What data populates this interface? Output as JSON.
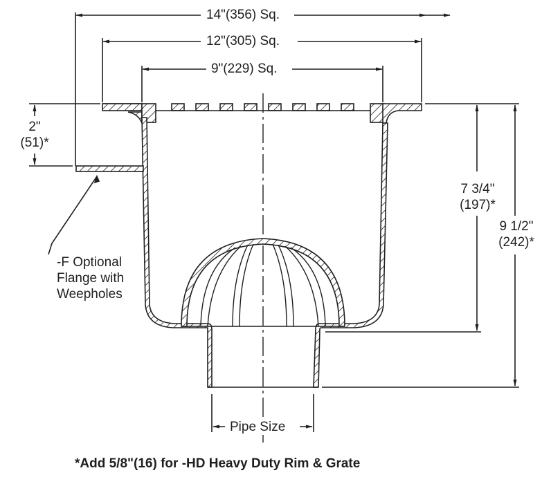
{
  "drawing": {
    "subject": "Floor/roof drain cross-section with dome strainer",
    "dimensions": {
      "overall_width": "14\"(356) Sq.",
      "body_width": "12\"(305) Sq.",
      "grate_width": "9\"(229) Sq.",
      "flange_offset_in": "2\"",
      "flange_offset_mm": "(51)*",
      "body_depth_in": "7 3/4\"",
      "body_depth_mm": "(197)*",
      "overall_height_in": "9 1/2\"",
      "overall_height_mm": "(242)*",
      "outlet": "Pipe Size"
    },
    "callouts": {
      "flange_line1": "-F Optional",
      "flange_line2": "Flange with",
      "flange_line3": "Weepholes"
    },
    "footnote": "*Add 5/8\"(16) for -HD Heavy Duty Rim & Grate",
    "colors": {
      "line": "#1f1f1f",
      "background": "#ffffff"
    }
  }
}
